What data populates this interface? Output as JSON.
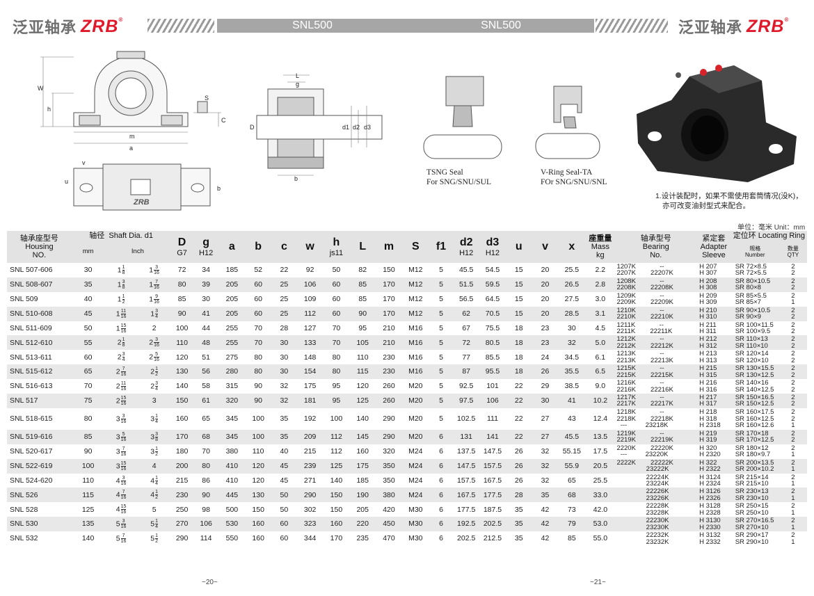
{
  "header": {
    "brand_cn": "泛亚轴承",
    "brand_logo": "ZRB",
    "reg": "®",
    "title_left": "SNL500",
    "title_right": "SNL500"
  },
  "figures": {
    "dim_labels": [
      "W",
      "h",
      "a",
      "m",
      "S",
      "C",
      "L",
      "g",
      "D",
      "d1",
      "d2",
      "d3",
      "b",
      "v",
      "u"
    ],
    "tsng_caption_1": "TSNG Seal",
    "tsng_caption_2": "For SNG/SNU/SUL",
    "vring_caption_1": "V-Ring Seal-TA",
    "vring_caption_2": "FOr SNG/SNU/SNL",
    "note_1": "1.设计装配时，如果不需使用套筒情况(没K)，",
    "note_2": "亦可改变油封型式来配合。",
    "unit": "单位：毫米  Unit：mm"
  },
  "table": {
    "head": {
      "housing_cn": "轴承座型号",
      "housing_en1": "Housing",
      "housing_en2": "NO.",
      "shaft_cn": "轴径",
      "shaft_en": "Shaft Dia.  d1",
      "mm": "mm",
      "inch": "Inch",
      "D": "D",
      "G7": "G7",
      "g": "g",
      "H12": "H12",
      "a": "a",
      "b": "b",
      "c": "c",
      "w": "w",
      "h": "h",
      "js11": "js11",
      "L": "L",
      "m": "m",
      "S": "S",
      "f1": "f1",
      "d2": "d2",
      "d2sub": "H12",
      "d3": "d3",
      "d3sub": "H12",
      "u": "u",
      "v": "v",
      "x": "x",
      "mass_cn": "座重量",
      "mass_en": "Mass",
      "mass_unit": "kg",
      "bearing_cn": "轴承型号",
      "bearing_en1": "Bearing",
      "bearing_en2": "No.",
      "adapter_cn": "紧定套",
      "adapter_en1": "Adapter",
      "adapter_en2": "Sleeve",
      "ring_cn": "定位环",
      "ring_en": "Locating Ring",
      "spec_cn": "规格",
      "spec_en": "Number",
      "qty_cn": "数量",
      "qty_en": "QTY"
    },
    "rows": [
      {
        "no": "SNL 507-606",
        "mm": "30",
        "i1w": "1",
        "i1n": "1",
        "i1d": "8",
        "i2w": "1",
        "i2n": "3",
        "i2d": "16",
        "D": "72",
        "g": "34",
        "a": "185",
        "b": "52",
        "c": "22",
        "w": "92",
        "h": "50",
        "L": "82",
        "m": "150",
        "S": "M12",
        "f1": "5",
        "d2": "45.5",
        "d3": "54.5",
        "u": "15",
        "v": "20",
        "x": "25.5",
        "mass": "2.2",
        "bearing": "1207K             --\n2207K        22207K",
        "sleeve": "H 207\nH 307",
        "ring": "SR 72×8.5\nSR 72×5.5",
        "qty": "2\n2"
      },
      {
        "no": "SNL 508-607",
        "mm": "35",
        "i1w": "1",
        "i1n": "3",
        "i1d": "8",
        "i2w": "1",
        "i2n": "7",
        "i2d": "16",
        "D": "80",
        "g": "39",
        "a": "205",
        "b": "60",
        "c": "25",
        "w": "106",
        "h": "60",
        "L": "85",
        "m": "170",
        "S": "M12",
        "f1": "5",
        "d2": "51.5",
        "d3": "59.5",
        "u": "15",
        "v": "20",
        "x": "26.5",
        "mass": "2.8",
        "bearing": "1208K             --\n2208K        22208K",
        "sleeve": "H 208\nH 308",
        "ring": "SR 80×10.5\nSR 80×8",
        "qty": "2\n2"
      },
      {
        "no": "SNL 509",
        "mm": "40",
        "i1w": "1",
        "i1n": "1",
        "i1d": "2",
        "i2w": "1",
        "i2n": "9",
        "i2d": "16",
        "D": "85",
        "g": "30",
        "a": "205",
        "b": "60",
        "c": "25",
        "w": "109",
        "h": "60",
        "L": "85",
        "m": "170",
        "S": "M12",
        "f1": "5",
        "d2": "56.5",
        "d3": "64.5",
        "u": "15",
        "v": "20",
        "x": "27.5",
        "mass": "3.0",
        "bearing": "1209K             --\n2209K        22209K",
        "sleeve": "H 209\nH 309",
        "ring": "SR 85×5.5\nSR 85×7",
        "qty": "2\n1"
      },
      {
        "no": "SNL 510-608",
        "mm": "45",
        "i1w": "1",
        "i1n": "11",
        "i1d": "16",
        "i2w": "1",
        "i2n": "3",
        "i2d": "4",
        "D": "90",
        "g": "41",
        "a": "205",
        "b": "60",
        "c": "25",
        "w": "112",
        "h": "60",
        "L": "90",
        "m": "170",
        "S": "M12",
        "f1": "5",
        "d2": "62",
        "d3": "70.5",
        "u": "15",
        "v": "20",
        "x": "28.5",
        "mass": "3.1",
        "bearing": "1210K             --\n2210K        22210K",
        "sleeve": "H 210\nH 310",
        "ring": "SR 90×10.5\nSR 90×9",
        "qty": "2\n2"
      },
      {
        "no": "SNL 511-609",
        "mm": "50",
        "i1w": "1",
        "i1n": "15",
        "i1d": "16",
        "i2w": "2",
        "i2n": "",
        "i2d": "",
        "D": "100",
        "g": "44",
        "a": "255",
        "b": "70",
        "c": "28",
        "w": "127",
        "h": "70",
        "L": "95",
        "m": "210",
        "S": "M16",
        "f1": "5",
        "d2": "67",
        "d3": "75.5",
        "u": "18",
        "v": "23",
        "x": "30",
        "mass": "4.5",
        "bearing": "1211K             --\n2211K        22211K",
        "sleeve": "H 211\nH 311",
        "ring": "SR 100×11.5\nSR 100×9.5",
        "qty": "2\n2"
      },
      {
        "no": "SNL 512-610",
        "mm": "55",
        "i1w": "2",
        "i1n": "1",
        "i1d": "8",
        "i2w": "2",
        "i2n": "3",
        "i2d": "16",
        "D": "110",
        "g": "48",
        "a": "255",
        "b": "70",
        "c": "30",
        "w": "133",
        "h": "70",
        "L": "105",
        "m": "210",
        "S": "M16",
        "f1": "5",
        "d2": "72",
        "d3": "80.5",
        "u": "18",
        "v": "23",
        "x": "32",
        "mass": "5.0",
        "bearing": "1212K             --\n2212K        22212K",
        "sleeve": "H 212\nH 312",
        "ring": "SR 110×13\nSR 110×10",
        "qty": "2\n2"
      },
      {
        "no": "SNL 513-611",
        "mm": "60",
        "i1w": "2",
        "i1n": "3",
        "i1d": "4",
        "i2w": "2",
        "i2n": "5",
        "i2d": "16",
        "D": "120",
        "g": "51",
        "a": "275",
        "b": "80",
        "c": "30",
        "w": "148",
        "h": "80",
        "L": "110",
        "m": "230",
        "S": "M16",
        "f1": "5",
        "d2": "77",
        "d3": "85.5",
        "u": "18",
        "v": "24",
        "x": "34.5",
        "mass": "6.1",
        "bearing": "1213K             --\n2213K        22213K",
        "sleeve": "H 213\nH 313",
        "ring": "SR 120×14\nSR 120×10",
        "qty": "2\n2"
      },
      {
        "no": "SNL 515-612",
        "mm": "65",
        "i1w": "2",
        "i1n": "7",
        "i1d": "16",
        "i2w": "2",
        "i2n": "1",
        "i2d": "2",
        "D": "130",
        "g": "56",
        "a": "280",
        "b": "80",
        "c": "30",
        "w": "154",
        "h": "80",
        "L": "115",
        "m": "230",
        "S": "M16",
        "f1": "5",
        "d2": "87",
        "d3": "95.5",
        "u": "18",
        "v": "26",
        "x": "35.5",
        "mass": "6.5",
        "bearing": "1215K             --\n2215K        22215K",
        "sleeve": "H 215\nH 315",
        "ring": "SR 130×15.5\nSR 130×12.5",
        "qty": "2\n2"
      },
      {
        "no": "SNL 516-613",
        "mm": "70",
        "i1w": "2",
        "i1n": "11",
        "i1d": "16",
        "i2w": "2",
        "i2n": "3",
        "i2d": "4",
        "D": "140",
        "g": "58",
        "a": "315",
        "b": "90",
        "c": "32",
        "w": "175",
        "h": "95",
        "L": "120",
        "m": "260",
        "S": "M20",
        "f1": "5",
        "d2": "92.5",
        "d3": "101",
        "u": "22",
        "v": "29",
        "x": "38.5",
        "mass": "9.0",
        "bearing": "1216K             --\n2216K        22216K",
        "sleeve": "H 216\nH 316",
        "ring": "SR 140×16\nSR 140×12.5",
        "qty": "2\n2"
      },
      {
        "no": "SNL 517",
        "mm": "75",
        "i1w": "2",
        "i1n": "15",
        "i1d": "16",
        "i2w": "3",
        "i2n": "",
        "i2d": "",
        "D": "150",
        "g": "61",
        "a": "320",
        "b": "90",
        "c": "32",
        "w": "181",
        "h": "95",
        "L": "125",
        "m": "260",
        "S": "M20",
        "f1": "5",
        "d2": "97.5",
        "d3": "106",
        "u": "22",
        "v": "30",
        "x": "41",
        "mass": "10.2",
        "bearing": "1217K             --\n2217K        22217K",
        "sleeve": "H 217\nH 317",
        "ring": "SR 150×16.5\nSR 150×12.5",
        "qty": "2\n2"
      },
      {
        "no": "SNL 518-615",
        "mm": "80",
        "i1w": "3",
        "i1n": "3",
        "i1d": "16",
        "i2w": "3",
        "i2n": "1",
        "i2d": "4",
        "D": "160",
        "g": "65",
        "a": "345",
        "b": "100",
        "c": "35",
        "w": "192",
        "h": "100",
        "L": "140",
        "m": "290",
        "S": "M20",
        "f1": "5",
        "d2": "102.5",
        "d3": "111",
        "u": "22",
        "v": "27",
        "x": "43",
        "mass": "12.4",
        "bearing": "1218K             --\n2218K        22218K\n  ---          23218K",
        "sleeve": "H 218\nH 318\nH 2318",
        "ring": "SR 160×17.5\nSR 160×12.5\nSR 160×12.6",
        "qty": "2\n2\n1",
        "tall": true
      },
      {
        "no": "SNL 519-616",
        "mm": "85",
        "i1w": "3",
        "i1n": "5",
        "i1d": "16",
        "i2w": "3",
        "i2n": "3",
        "i2d": "8",
        "D": "170",
        "g": "68",
        "a": "345",
        "b": "100",
        "c": "35",
        "w": "209",
        "h": "112",
        "L": "145",
        "m": "290",
        "S": "M20",
        "f1": "6",
        "d2": "131",
        "d3": "141",
        "u": "22",
        "v": "27",
        "x": "45.5",
        "mass": "13.5",
        "bearing": "1219K             --\n2219K        22219K",
        "sleeve": "H 219\nH 319",
        "ring": "SR 170×18\nSR 170×12.5",
        "qty": "2\n2"
      },
      {
        "no": "SNL 520-617",
        "mm": "90",
        "i1w": "3",
        "i1n": "7",
        "i1d": "16",
        "i2w": "3",
        "i2n": "1",
        "i2d": "2",
        "D": "180",
        "g": "70",
        "a": "380",
        "b": "110",
        "c": "40",
        "w": "215",
        "h": "112",
        "L": "160",
        "m": "320",
        "S": "M24",
        "f1": "6",
        "d2": "137.5",
        "d3": "147.5",
        "u": "26",
        "v": "32",
        "x": "55.15",
        "mass": "17.5",
        "bearing": "2220K        22220K\n  ---          23220K",
        "sleeve": "H 320\nH 2320",
        "ring": "SR 180×12\nSR 180×9.7",
        "qty": "2\n1"
      },
      {
        "no": "SNL 522-619",
        "mm": "100",
        "i1w": "3",
        "i1n": "15",
        "i1d": "16",
        "i2w": "4",
        "i2n": "",
        "i2d": "",
        "D": "200",
        "g": "80",
        "a": "410",
        "b": "120",
        "c": "45",
        "w": "239",
        "h": "125",
        "L": "175",
        "m": "350",
        "S": "M24",
        "f1": "6",
        "d2": "147.5",
        "d3": "157.5",
        "u": "26",
        "v": "32",
        "x": "55.9",
        "mass": "20.5",
        "bearing": "2222K        22222K\n                23222K",
        "sleeve": "H 322\nH 2322",
        "ring": "SR 200×13.5\nSR 200×10.2",
        "qty": "2\n1"
      },
      {
        "no": "SNL 524-620",
        "mm": "110",
        "i1w": "4",
        "i1n": "3",
        "i1d": "16",
        "i2w": "4",
        "i2n": "1",
        "i2d": "4",
        "D": "215",
        "g": "86",
        "a": "410",
        "b": "120",
        "c": "45",
        "w": "271",
        "h": "140",
        "L": "185",
        "m": "350",
        "S": "M24",
        "f1": "6",
        "d2": "157.5",
        "d3": "167.5",
        "u": "26",
        "v": "32",
        "x": "65",
        "mass": "25.5",
        "bearing": "                22224K\n                23224K",
        "sleeve": "H 3124\nH 2324",
        "ring": "SR 215×14\nSR 215×10",
        "qty": "2\n1"
      },
      {
        "no": "SNL 526",
        "mm": "115",
        "i1w": "4",
        "i1n": "7",
        "i1d": "16",
        "i2w": "4",
        "i2n": "1",
        "i2d": "2",
        "D": "230",
        "g": "90",
        "a": "445",
        "b": "130",
        "c": "50",
        "w": "290",
        "h": "150",
        "L": "190",
        "m": "380",
        "S": "M24",
        "f1": "6",
        "d2": "167.5",
        "d3": "177.5",
        "u": "28",
        "v": "35",
        "x": "68",
        "mass": "33.0",
        "bearing": "                22226K\n                23226K",
        "sleeve": "H 3126\nH 2326",
        "ring": "SR 230×13\nSR 230×10",
        "qty": "2\n1"
      },
      {
        "no": "SNL 528",
        "mm": "125",
        "i1w": "4",
        "i1n": "15",
        "i1d": "16",
        "i2w": "5",
        "i2n": "",
        "i2d": "",
        "D": "250",
        "g": "98",
        "a": "500",
        "b": "150",
        "c": "50",
        "w": "302",
        "h": "150",
        "L": "205",
        "m": "420",
        "S": "M30",
        "f1": "6",
        "d2": "177.5",
        "d3": "187.5",
        "u": "35",
        "v": "42",
        "x": "73",
        "mass": "42.0",
        "bearing": "                22228K\n                23228K",
        "sleeve": "H 3128\nH 2328",
        "ring": "SR 250×15\nSR 250×10",
        "qty": "2\n1"
      },
      {
        "no": "SNL 530",
        "mm": "135",
        "i1w": "5",
        "i1n": "3",
        "i1d": "16",
        "i2w": "5",
        "i2n": "1",
        "i2d": "4",
        "D": "270",
        "g": "106",
        "a": "530",
        "b": "160",
        "c": "60",
        "w": "323",
        "h": "160",
        "L": "220",
        "m": "450",
        "S": "M30",
        "f1": "6",
        "d2": "192.5",
        "d3": "202.5",
        "u": "35",
        "v": "42",
        "x": "79",
        "mass": "53.0",
        "bearing": "                22230K\n                23230K",
        "sleeve": "H 3130\nH 2330",
        "ring": "SR 270×16.5\nSR 270×10",
        "qty": "2\n1"
      },
      {
        "no": "SNL 532",
        "mm": "140",
        "i1w": "5",
        "i1n": "7",
        "i1d": "16",
        "i2w": "5",
        "i2n": "1",
        "i2d": "2",
        "D": "290",
        "g": "114",
        "a": "550",
        "b": "160",
        "c": "60",
        "w": "344",
        "h": "170",
        "L": "235",
        "m": "470",
        "S": "M30",
        "f1": "6",
        "d2": "202.5",
        "d3": "212.5",
        "u": "35",
        "v": "42",
        "x": "85",
        "mass": "55.0",
        "bearing": "                22232K\n                23232K",
        "sleeve": "H 3132\nH 2332",
        "ring": "SR 290×17\nSR 290×10",
        "qty": "2\n1"
      }
    ]
  },
  "footer": {
    "page_left": "~20~",
    "page_right": "~21~"
  },
  "colors": {
    "brand_red": "#e0192a",
    "bar_gray": "#a6a6a6",
    "row_alt": "#e8e8e8"
  }
}
